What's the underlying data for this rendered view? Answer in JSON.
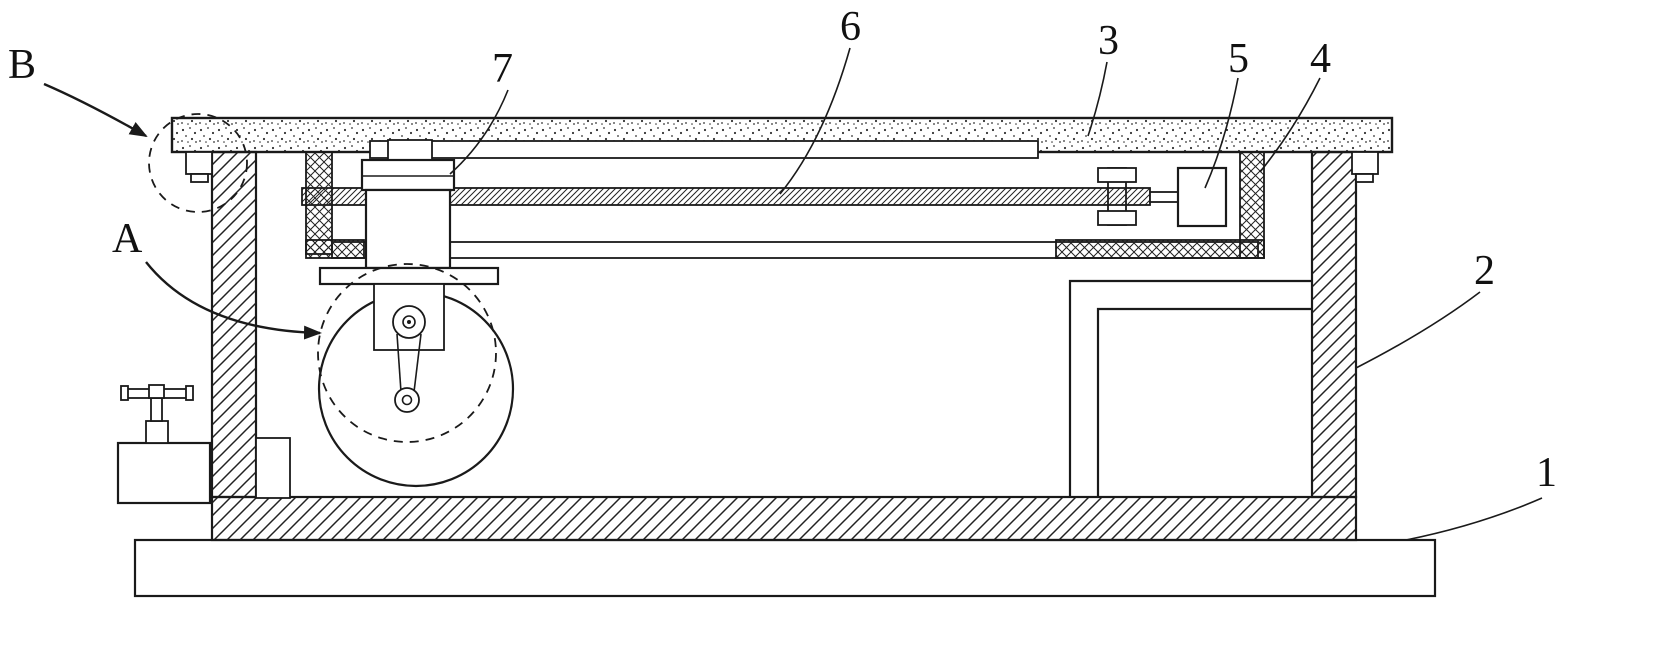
{
  "figure": {
    "kind": "patent-style technical line drawing, side sectional view of a machine table",
    "background": "#ffffff",
    "ink": "#1a1a1a",
    "reference_labels": {
      "r1": "1",
      "r2": "2",
      "r3": "3",
      "r4": "4",
      "r5": "5",
      "r6": "6",
      "r7": "7",
      "rA": "A",
      "rB": "B"
    }
  }
}
